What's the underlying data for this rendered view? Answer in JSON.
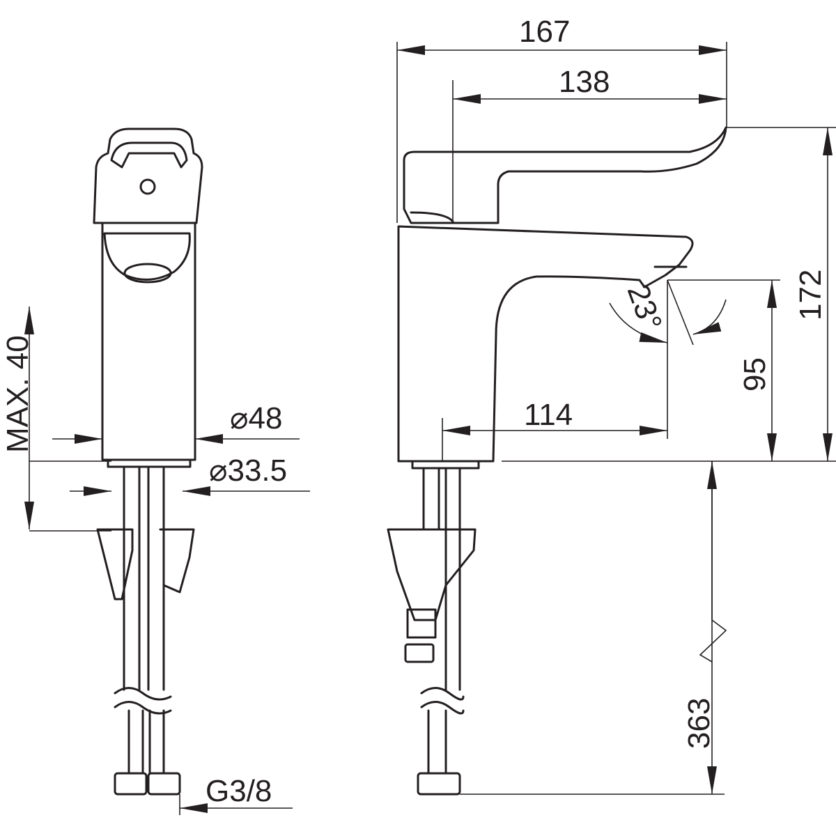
{
  "dimensions": {
    "overall_length": "167",
    "lever_length": "138",
    "overall_height": "172",
    "spout_height": "95",
    "spout_reach": "114",
    "spout_angle": "23°",
    "hose_length": "363",
    "max_mounting_thickness": "MAX. 40",
    "body_diameter": "⌀48",
    "shank_diameter": "⌀33.5",
    "connection_thread": "G3/8"
  }
}
